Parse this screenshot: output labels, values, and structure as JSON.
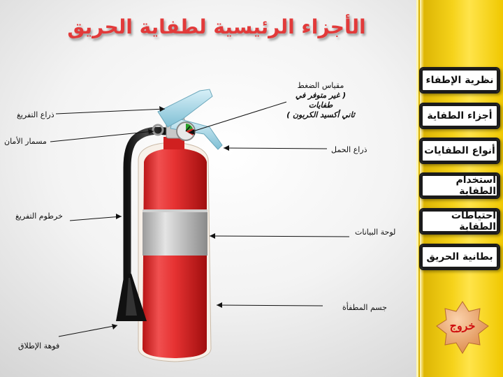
{
  "slide": {
    "title": "الأجزاء الرئيسية لطفاية الحريق"
  },
  "menu": {
    "items": [
      {
        "label": "نظرية الإطفاء"
      },
      {
        "label": "أجزاء الطفاية"
      },
      {
        "label": "أنواع الطفايات"
      },
      {
        "label": "استخدام الطفاية"
      },
      {
        "label": "احتياطات الطفاية"
      },
      {
        "label": "بطانية الحريق"
      }
    ],
    "exit_label": "خروج"
  },
  "labels": {
    "discharge_lever": "ذراع التفريغ",
    "safety_pin": "مسمار الأمان",
    "discharge_hose": "خرطوم التفريغ",
    "nozzle": "فوهة الإطلاق",
    "pressure_gauge_line1": "مقياس الضغط",
    "pressure_gauge_line2": "( غير متوفر في طفايات",
    "pressure_gauge_line3": "ثاني أكسيد الكربون )",
    "carry_handle": "ذراع الحمل",
    "data_plate": "لوحة البيانات",
    "body": "جسم المطفأة"
  },
  "colors": {
    "title": "#e23a3a",
    "panel": "#f5d21a",
    "cylinder": "#e53030",
    "handle": "#a6d8e8",
    "exit_star": "#e8a266"
  }
}
